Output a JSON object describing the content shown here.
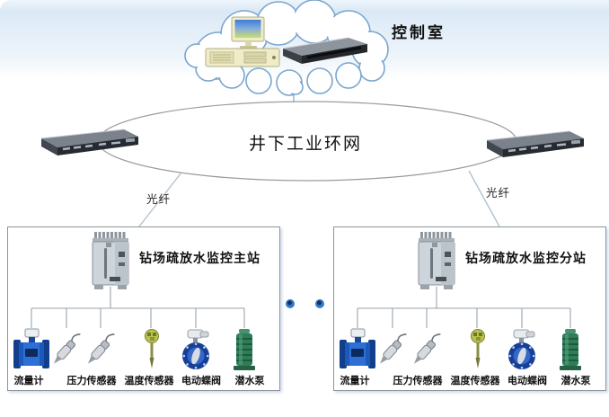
{
  "diagram": {
    "type": "network-topology",
    "control_room": {
      "label": "控制室"
    },
    "ring_network": {
      "label": "井下工业环网"
    },
    "fiber": {
      "left_label": "光纤",
      "right_label": "光纤"
    },
    "stations": [
      {
        "title": "钻场疏放水监控主站",
        "devices": [
          {
            "label": "流量计",
            "icon": "flow-meter"
          },
          {
            "label": "压力传感器",
            "icon": "pressure-sensor"
          },
          {
            "label": "温度传感器",
            "icon": "temperature-sensor"
          },
          {
            "label": "电动蝶阀",
            "icon": "electric-butterfly-valve"
          },
          {
            "label": "潜水泵",
            "icon": "submersible-pump"
          }
        ]
      },
      {
        "title": "钻场疏放水监控分站",
        "devices": [
          {
            "label": "流量计",
            "icon": "flow-meter"
          },
          {
            "label": "压力传感器",
            "icon": "pressure-sensor"
          },
          {
            "label": "温度传感器",
            "icon": "temperature-sensor"
          },
          {
            "label": "电动蝶阀",
            "icon": "electric-butterfly-valve"
          },
          {
            "label": "潜水泵",
            "icon": "submersible-pump"
          }
        ]
      }
    ],
    "icons": {
      "cloud_devices": [
        "industrial-pc",
        "rack-server"
      ],
      "ring_devices": [
        "ethernet-switch-left",
        "ethernet-switch-right"
      ],
      "station_device": "monitoring-cabinet"
    },
    "colors": {
      "banner_blue": "#dbe9f6",
      "cloud_stroke": "#79a6cf",
      "line_gray": "#9aa3ab",
      "flowmeter_blue": "#1c59bb",
      "valve_blue": "#163f97",
      "pump_green": "#2f7d58",
      "sensor_gray": "#d6dade",
      "temp_olive": "#b9c24f",
      "dot_blue": "#2f7cc9"
    }
  }
}
